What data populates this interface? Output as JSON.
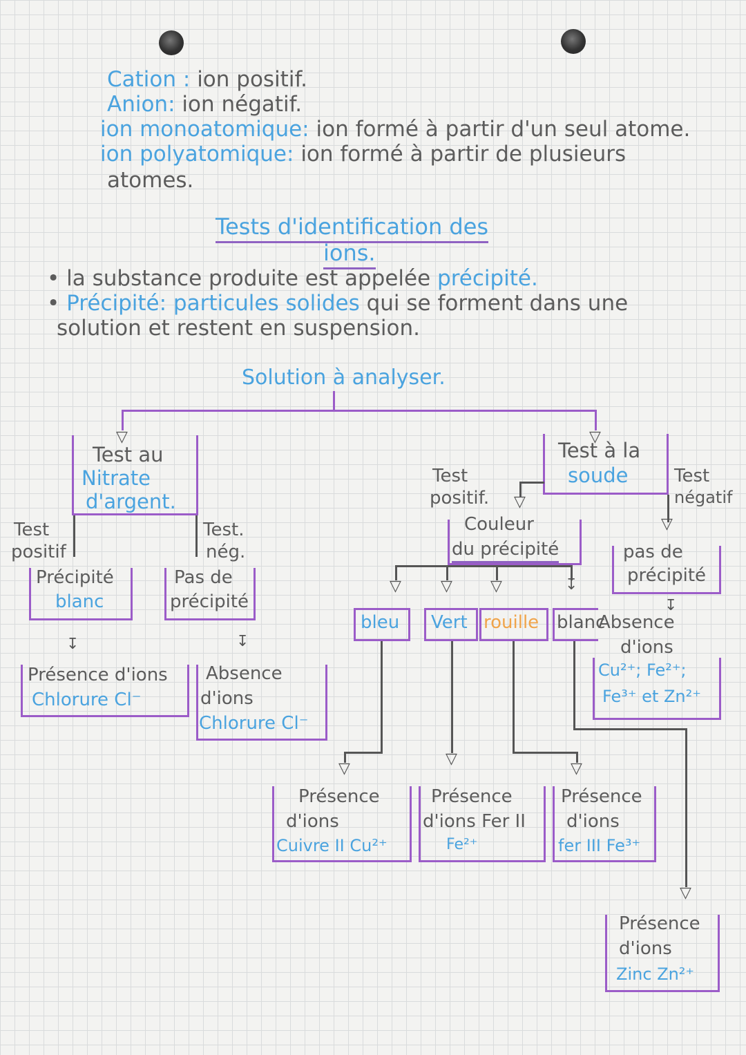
{
  "definitions": {
    "cation_term": "Cation :",
    "cation_def": "ion positif.",
    "anion_term": "Anion:",
    "anion_def": "ion négatif.",
    "mono_term": "ion monoatomique:",
    "mono_def": "ion formé à partir d'un seul atome.",
    "poly_term": "ion polyatomique:",
    "poly_def": "ion formé à partir de plusieurs",
    "poly_def2": "atomes."
  },
  "title": {
    "line1": "Tests d'identification des",
    "line2": "ions."
  },
  "notes": {
    "n1_text": "la substance produite est appelée",
    "n1_term": "précipité.",
    "n2_term": "Précipité: particules solides",
    "n2_text": "qui se forment dans une",
    "n2_text2": "solution et restent en suspension."
  },
  "diagram": {
    "root": "Solution à analyser.",
    "silver": {
      "line1": "Test au",
      "line2": "Nitrate",
      "line3": "d'argent.",
      "pos_label1": "Test",
      "pos_label2": "positif",
      "neg_label1": "Test.",
      "neg_label2": "nég.",
      "pos_result1": "Précipité",
      "pos_result2": "blanc",
      "neg_result1": "Pas de",
      "neg_result2": "précipité",
      "presence1": "Présence d'ions",
      "presence2": "Chlorure Cl⁻",
      "absence1": "Absence",
      "absence2": "d'ions",
      "absence3": "Chlorure Cl⁻"
    },
    "soda": {
      "line1": "Test à la",
      "line2": "soude",
      "pos_label1": "Test",
      "pos_label2": "positif.",
      "neg_label1": "Test",
      "neg_label2": "négatif",
      "color1": "Couleur",
      "color2": "du précipité",
      "none1": "pas de",
      "none2": "précipité",
      "absence1": "Absence",
      "absence2": "d'ions",
      "absence3": "Cu²⁺; Fe²⁺;",
      "absence4": "Fe³⁺ et Zn²⁺",
      "colors": {
        "blue": "bleu",
        "green": "Vert",
        "rust": "rouille",
        "white": "blanc"
      },
      "copper1": "Présence",
      "copper2": "d'ions",
      "copper3": "Cuivre II Cu²⁺",
      "iron2_1": "Présence",
      "iron2_2": "d'ions Fer II",
      "iron2_3": "Fe²⁺",
      "iron3_1": "Présence",
      "iron3_2": "d'ions",
      "iron3_3": "fer III Fe³⁺",
      "zinc1": "Présence",
      "zinc2": "d'ions",
      "zinc3": "Zinc Zn²⁺"
    }
  },
  "colors": {
    "blue_ink": "#4aa3df",
    "gray_ink": "#5c5c5c",
    "purple_ink": "#9b5cc8",
    "orange_ink": "#f0a44a"
  }
}
